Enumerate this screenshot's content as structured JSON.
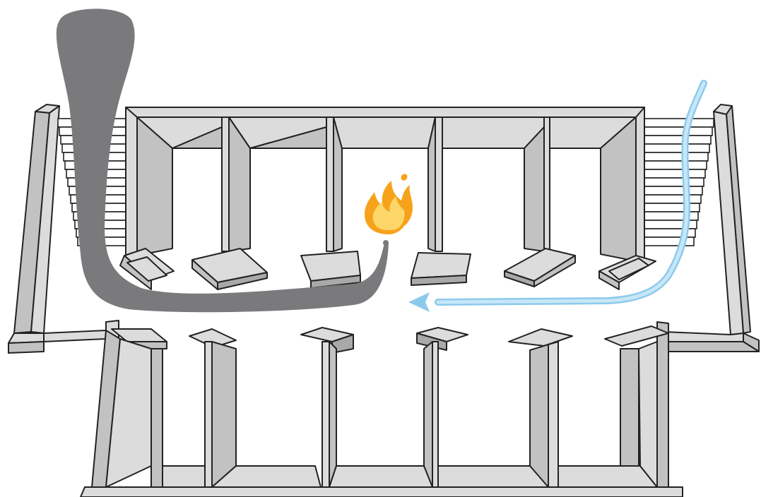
{
  "diagram": {
    "elements": [
      {
        "name": "corridor",
        "kind": "building-plan"
      },
      {
        "name": "stairwell-left",
        "kind": "stair"
      },
      {
        "name": "stairwell-right",
        "kind": "stair"
      },
      {
        "name": "fire",
        "kind": "fire-icon"
      },
      {
        "name": "smoke",
        "kind": "smoke-plume"
      },
      {
        "name": "fresh-air",
        "kind": "airflow-arrow"
      }
    ],
    "colors": {
      "background": "#ffffff",
      "wall_top": "#dcdcdc",
      "wall_face": "#c2c2c2",
      "wall_dark": "#a9a9a9",
      "outline": "#222222",
      "smoke": "#7a7a7c",
      "air": "#a9d7f2",
      "air_edge": "#8ccaec",
      "fire_outer": "#f7a21b",
      "fire_inner": "#fdd66a"
    }
  }
}
